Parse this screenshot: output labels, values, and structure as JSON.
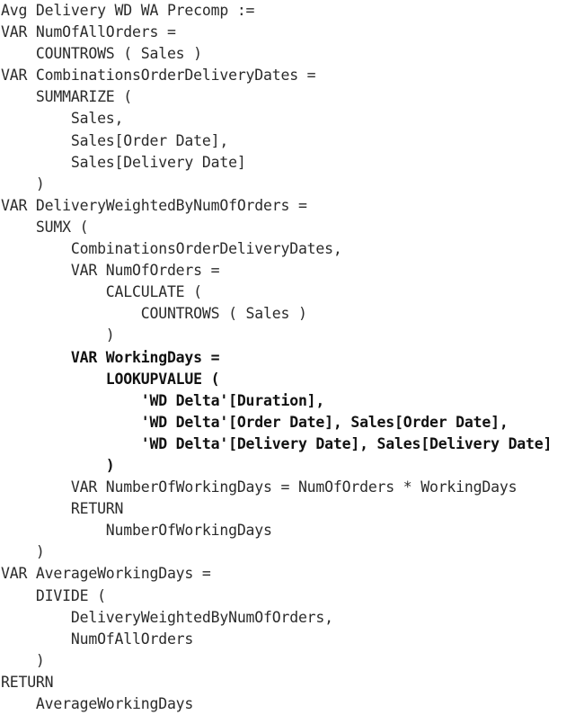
{
  "code_lines": [
    {
      "text": "Avg Delivery WD WA Precomp :=",
      "bold": false
    },
    {
      "text": "VAR NumOfAllOrders =",
      "bold": false
    },
    {
      "text": "    COUNTROWS ( Sales )",
      "bold": false
    },
    {
      "text": "VAR CombinationsOrderDeliveryDates =",
      "bold": false
    },
    {
      "text": "    SUMMARIZE (",
      "bold": false
    },
    {
      "text": "        Sales,",
      "bold": false
    },
    {
      "text": "        Sales[Order Date],",
      "bold": false
    },
    {
      "text": "        Sales[Delivery Date]",
      "bold": false
    },
    {
      "text": "    )",
      "bold": false
    },
    {
      "text": "VAR DeliveryWeightedByNumOfOrders =",
      "bold": false
    },
    {
      "text": "    SUMX (",
      "bold": false
    },
    {
      "text": "        CombinationsOrderDeliveryDates,",
      "bold": false
    },
    {
      "text": "        VAR NumOfOrders =",
      "bold": false
    },
    {
      "text": "            CALCULATE (",
      "bold": false
    },
    {
      "text": "                COUNTROWS ( Sales )",
      "bold": false
    },
    {
      "text": "            )",
      "bold": false
    },
    {
      "text": "        VAR WorkingDays =",
      "bold": true
    },
    {
      "text": "            LOOKUPVALUE (",
      "bold": true
    },
    {
      "text": "                'WD Delta'[Duration],",
      "bold": true
    },
    {
      "text": "                'WD Delta'[Order Date], Sales[Order Date],",
      "bold": true
    },
    {
      "text": "                'WD Delta'[Delivery Date], Sales[Delivery Date]",
      "bold": true
    },
    {
      "text": "            )",
      "bold": true
    },
    {
      "text": "        VAR NumberOfWorkingDays = NumOfOrders * WorkingDays",
      "bold": false
    },
    {
      "text": "        RETURN",
      "bold": false
    },
    {
      "text": "            NumberOfWorkingDays",
      "bold": false
    },
    {
      "text": "    )",
      "bold": false
    },
    {
      "text": "VAR AverageWorkingDays =",
      "bold": false
    },
    {
      "text": "    DIVIDE (",
      "bold": false
    },
    {
      "text": "        DeliveryWeightedByNumOfOrders,",
      "bold": false
    },
    {
      "text": "        NumOfAllOrders",
      "bold": false
    },
    {
      "text": "    )",
      "bold": false
    },
    {
      "text": "RETURN",
      "bold": false
    },
    {
      "text": "    AverageWorkingDays",
      "bold": false
    }
  ]
}
